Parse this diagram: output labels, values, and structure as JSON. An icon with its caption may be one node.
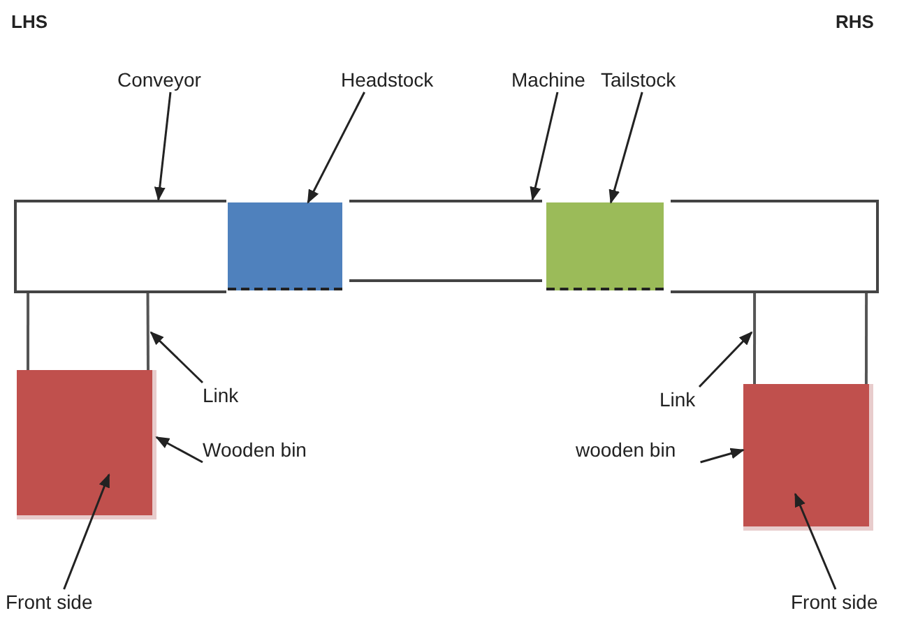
{
  "diagram": {
    "nodes": [
      {
        "text": [
          "Conveyor"
        ]
      },
      {
        "text": [
          "Headstock"
        ]
      },
      {
        "text": [
          "Machine"
        ]
      },
      {
        "text": [
          "Tailstock"
        ]
      },
      {
        "text": [],
        "shape": "box"
      },
      {
        "text": [],
        "shape": "box"
      },
      {
        "text": [],
        "shape": "box"
      },
      {
        "text": [],
        "shape": "box"
      },
      {
        "text": [],
        "shape": "box"
      },
      {
        "text": [],
        "shape": "box"
      },
      {
        "text": [
          "Link"
        ]
      },
      {
        "text": [
          "Wooden bin"
        ]
      },
      {
        "text": [
          "Link"
        ]
      },
      {
        "text": [
          "wooden bin"
        ]
      },
      {
        "text": [],
        "shape": "box"
      },
      {
        "text": [
          "Front side"
        ]
      },
      {
        "text": [
          "Front side"
        ]
      }
    ],
    "edges": [
      {
        "from": 0,
        "to": 4,
        "arrow": "to"
      },
      {
        "from": 1,
        "to": 5,
        "arrow": "to"
      },
      {
        "from": 2,
        "to": 6,
        "arrow": "to"
      },
      {
        "from": 3,
        "to": 7,
        "arrow": "to"
      },
      {
        "from": 4,
        "to": 9,
        "arrow": "none"
      },
      {
        "from": 4,
        "to": 9,
        "arrow": "none"
      },
      {
        "from": 8,
        "to": 14,
        "arrow": "none"
      },
      {
        "from": 8,
        "to": 14,
        "arrow": "none"
      },
      {
        "from": 10,
        "to": null,
        "arrow": "to"
      },
      {
        "from": 11,
        "to": 9,
        "arrow": "to"
      },
      {
        "from": 12,
        "to": null,
        "arrow": "to"
      },
      {
        "from": 13,
        "to": 14,
        "arrow": "to"
      },
      {
        "from": 15,
        "to": 9,
        "arrow": "to"
      },
      {
        "from": 16,
        "to": 14,
        "arrow": "to"
      }
    ],
    "labels": [
      "LHS",
      "RHS"
    ]
  }
}
